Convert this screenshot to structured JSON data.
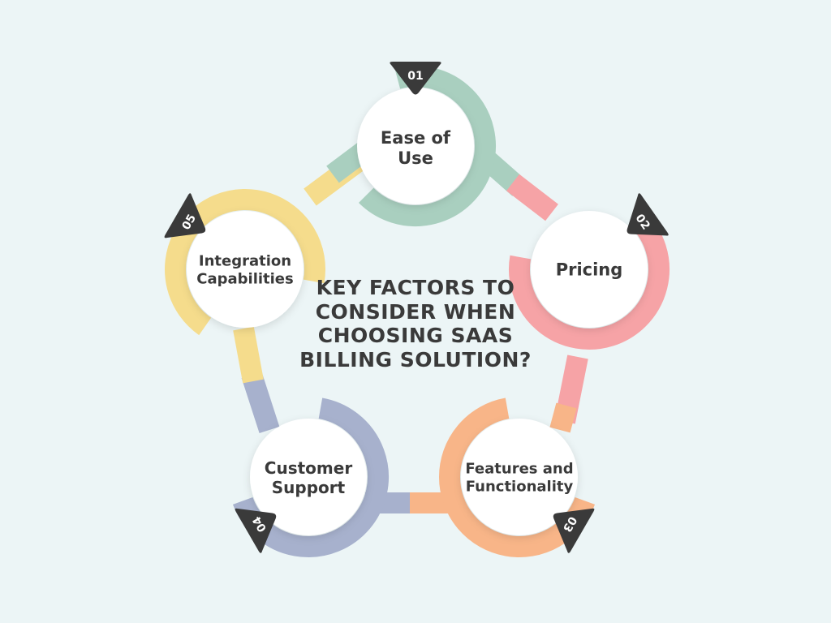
{
  "title": "KEY FACTORS TO CONSIDER WHEN CHOOSING SAAS BILLING SOLUTION?",
  "colors": {
    "background": "#ecf5f6",
    "badge": "#3a3a3a",
    "text": "#3a3a3a",
    "circle": "#ffffff"
  },
  "factors": [
    {
      "number": "01",
      "label": "Ease of\nUse",
      "color": "#a9cfbf"
    },
    {
      "number": "02",
      "label": "Pricing",
      "color": "#f6a3a6"
    },
    {
      "number": "03",
      "label": "Features and\nFunctionality",
      "color": "#f8b588"
    },
    {
      "number": "04",
      "label": "Customer\nSupport",
      "color": "#a7b1cd"
    },
    {
      "number": "05",
      "label": "Integration\nCapabilities",
      "color": "#f5dc8c"
    }
  ]
}
